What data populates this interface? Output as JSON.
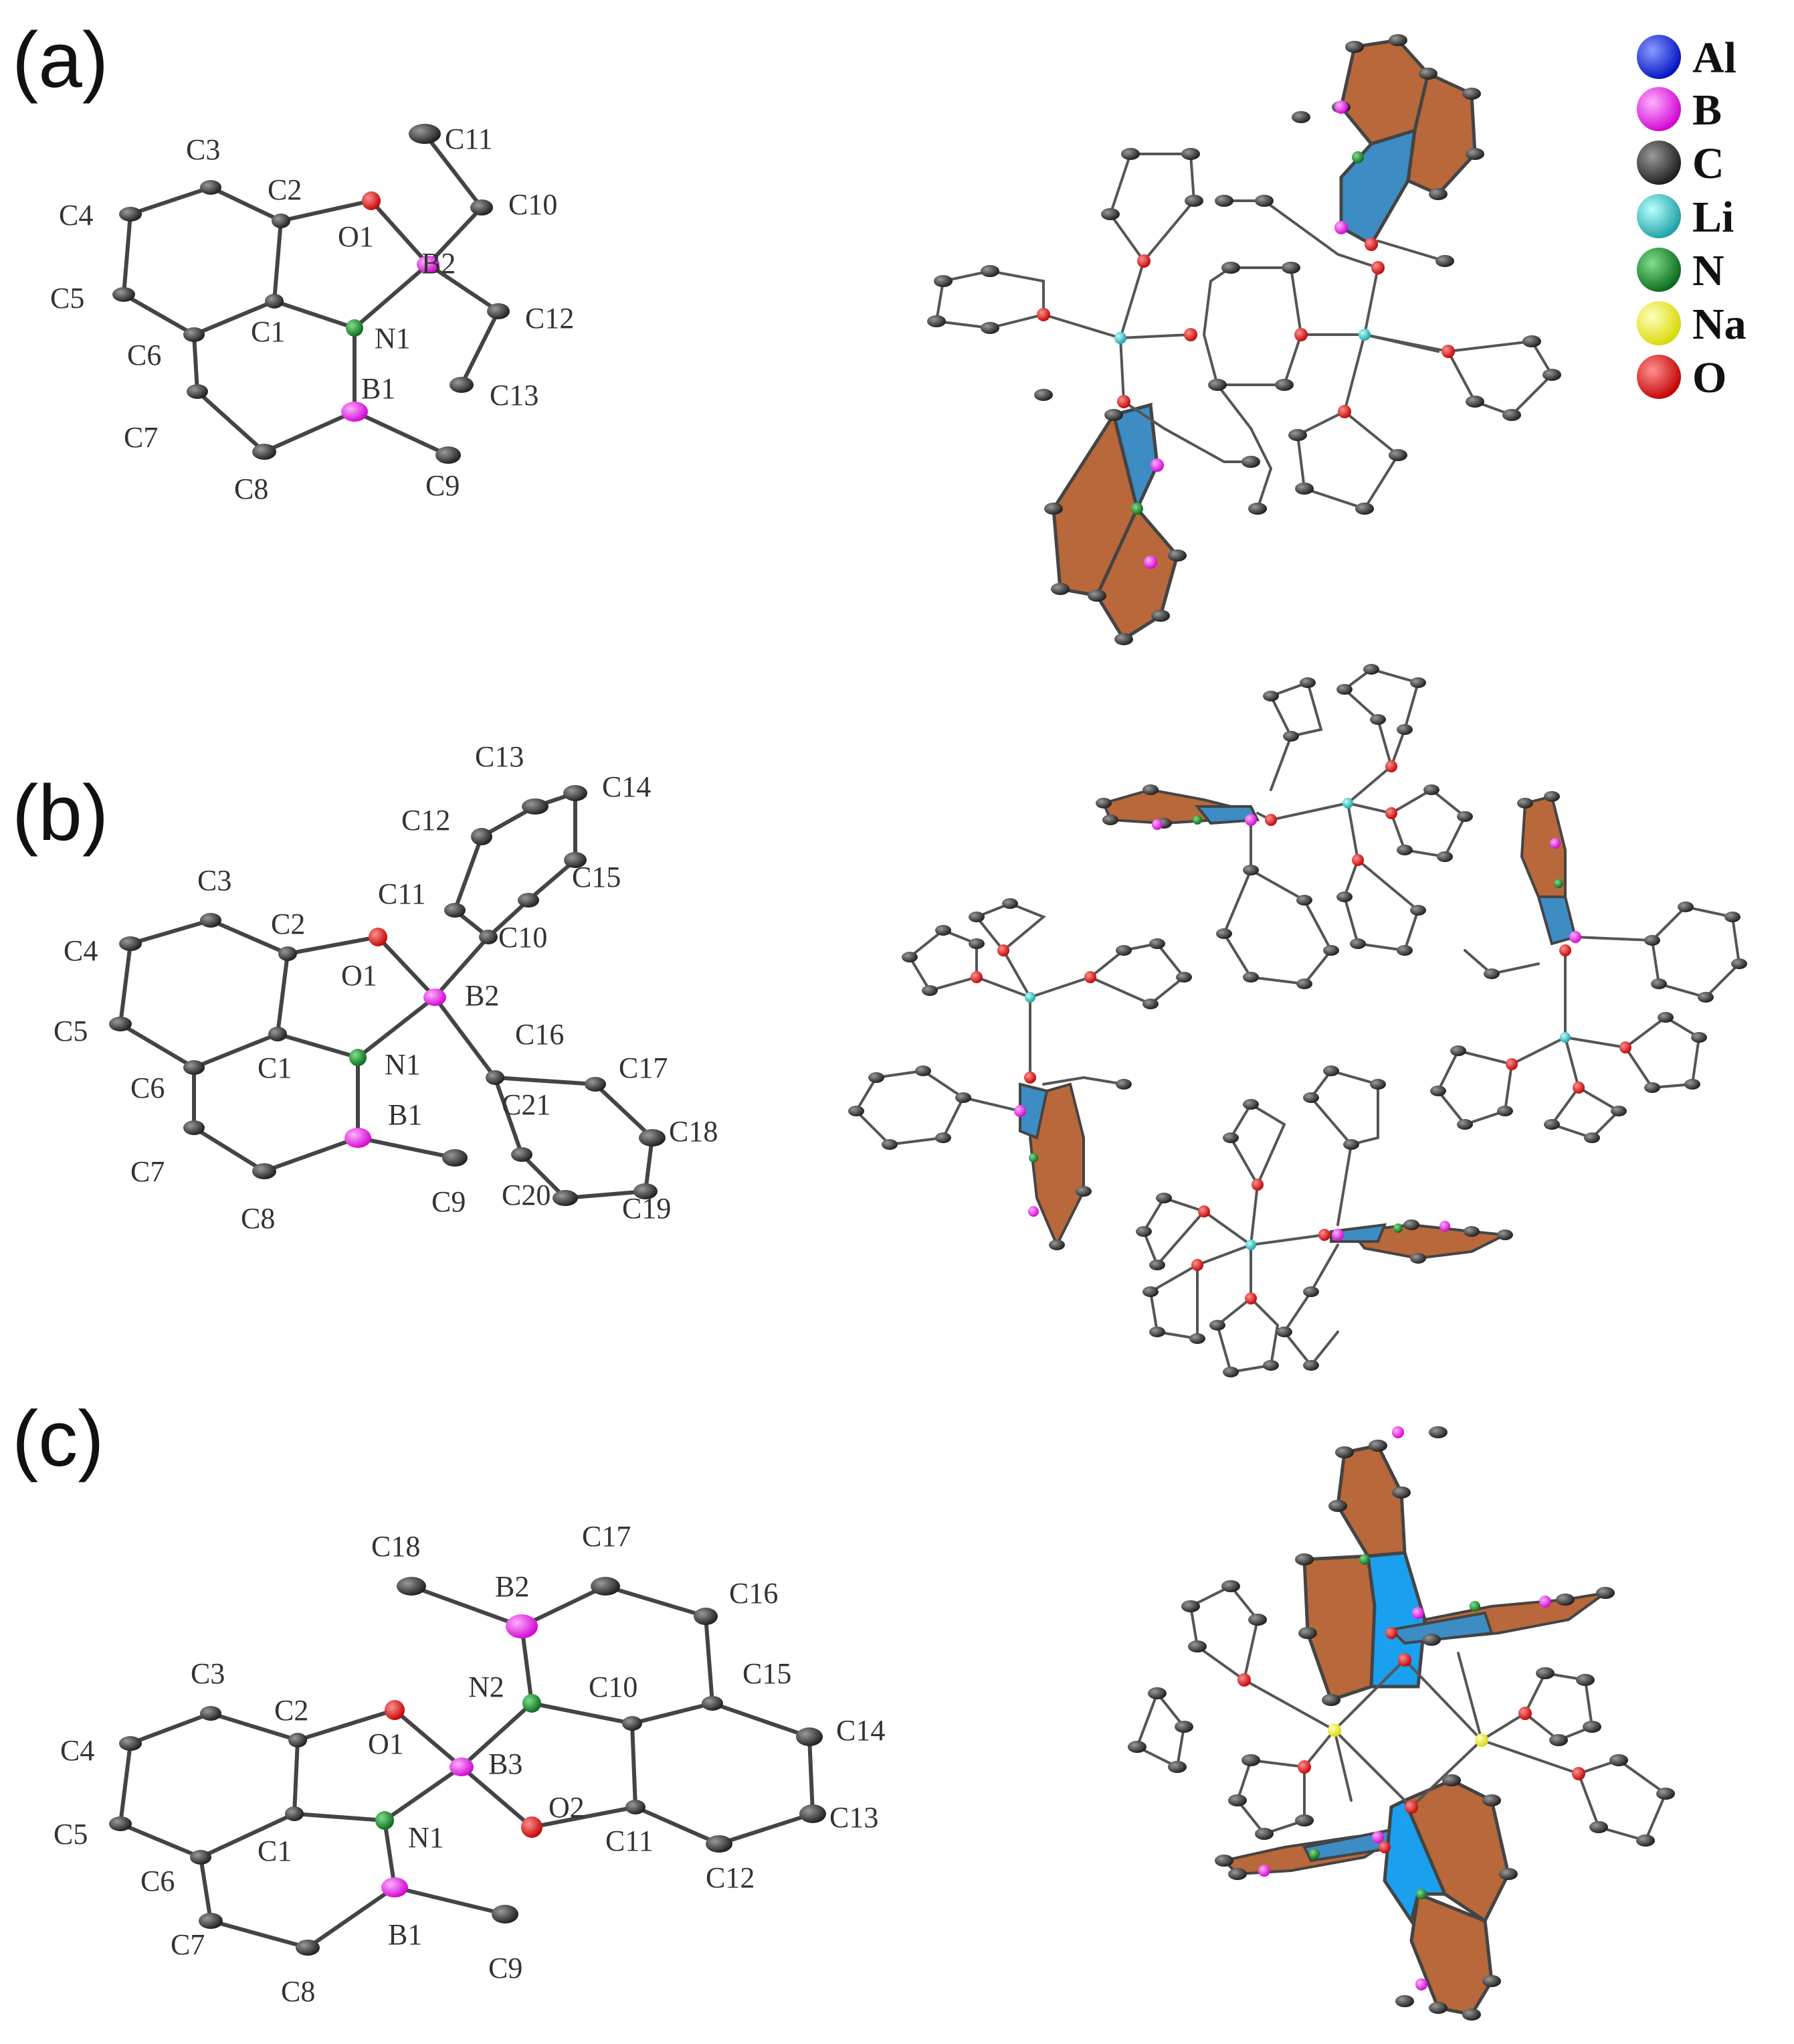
{
  "panels": [
    {
      "id": "a",
      "label": "(a)"
    },
    {
      "id": "b",
      "label": "(b)"
    },
    {
      "id": "c",
      "label": "(c)"
    }
  ],
  "legend": [
    {
      "symbol": "Al",
      "color": "#1a2cff"
    },
    {
      "symbol": "B",
      "color": "#ff22ff"
    },
    {
      "symbol": "C",
      "color": "#303030"
    },
    {
      "symbol": "Li",
      "color": "#2ec4c8"
    },
    {
      "symbol": "N",
      "color": "#0f8a1e"
    },
    {
      "symbol": "Na",
      "color": "#ffff1a"
    },
    {
      "symbol": "O",
      "color": "#ff1a1a"
    }
  ],
  "colors": {
    "ring_fill_brown": "#b8683a",
    "ring_fill_blue": "#3d8cc4",
    "ring_fill_bright_blue": "#1aa0ee",
    "bond": "#444444",
    "carbon": "#303030"
  },
  "labels_a": [
    "C3",
    "C2",
    "C4",
    "O1",
    "C11",
    "C10",
    "B2",
    "C5",
    "C1",
    "N1",
    "C12",
    "C6",
    "B1",
    "C13",
    "C7",
    "C8",
    "C9"
  ],
  "labels_b": [
    "C13",
    "C14",
    "C12",
    "C15",
    "C11",
    "C3",
    "C2",
    "C10",
    "C4",
    "O1",
    "B2",
    "C5",
    "C16",
    "C6",
    "C1",
    "N1",
    "C17",
    "C21",
    "B1",
    "C18",
    "C7",
    "C20",
    "C8",
    "C9",
    "C19"
  ],
  "labels_c": [
    "C18",
    "C17",
    "B2",
    "C16",
    "C3",
    "C15",
    "C2",
    "N2",
    "C10",
    "C4",
    "O1",
    "C14",
    "B3",
    "O2",
    "C5",
    "C1",
    "N1",
    "C11",
    "C13",
    "C6",
    "C12",
    "C7",
    "B1",
    "C8",
    "C9"
  ]
}
